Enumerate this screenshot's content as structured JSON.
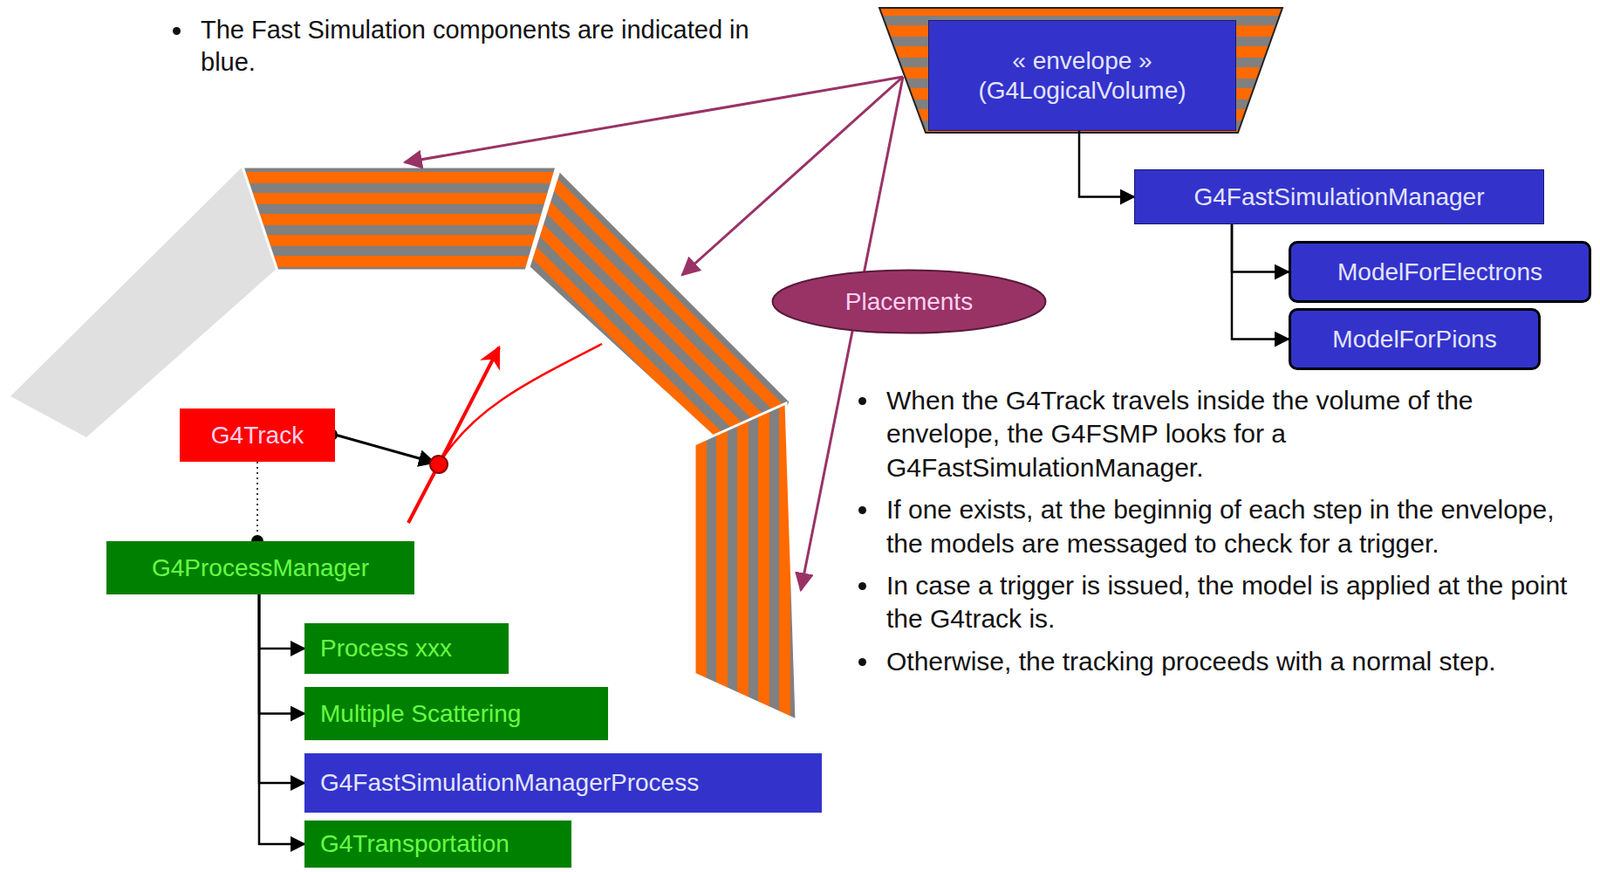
{
  "diagram": {
    "nodes": [
      {
        "text": [
          "« envelope » (G4LogicalVolume)"
        ]
      },
      {
        "text": [
          "G4FastSimulationManager"
        ]
      },
      {
        "text": [
          "ModelForElectrons"
        ]
      },
      {
        "text": [
          "ModelForPions"
        ]
      },
      {
        "text": [
          "G4Track"
        ]
      },
      {
        "text": [
          "G4ProcessManager"
        ]
      },
      {
        "text": [
          "Process xxx"
        ]
      },
      {
        "text": [
          "Multiple Scattering"
        ]
      },
      {
        "text": [
          "G4FastSimulationManagerProcess"
        ]
      },
      {
        "text": [
          "G4Transportation"
        ]
      },
      {
        "text": [
          "Placements"
        ]
      }
    ],
    "edges": [
      {
        "from": 0,
        "to": 1,
        "arrow": "to"
      },
      {
        "from": 1,
        "to": 2,
        "arrow": "to"
      },
      {
        "from": 1,
        "to": 3,
        "arrow": "to"
      },
      {
        "from": 4,
        "to": 5,
        "arrow": "none"
      },
      {
        "from": 5,
        "to": 6,
        "arrow": "to"
      },
      {
        "from": 5,
        "to": 7,
        "arrow": "to"
      },
      {
        "from": 5,
        "to": 8,
        "arrow": "to"
      },
      {
        "from": 5,
        "to": 9,
        "arrow": "to"
      }
    ],
    "labels": [
      "The Fast Simulation components are indicated in blue.",
      "When the G4Track travels inside the volume of the envelope, the G4FSMP looks for a G4FastSimulationManager.",
      "If one exists, at the beginnig of each step in the envelope, the models are messaged to check for a trigger.",
      "In case a trigger is issued, the model is applied at the point the G4track is.",
      "Otherwise, the tracking proceeds with a normal step."
    ]
  }
}
